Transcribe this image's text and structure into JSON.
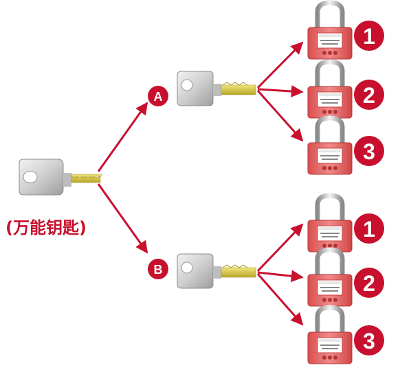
{
  "master_key": {
    "label": "(万能钥匙)"
  },
  "branches": [
    {
      "letter": "A",
      "locks": [
        "1",
        "2",
        "3"
      ]
    },
    {
      "letter": "B",
      "locks": [
        "1",
        "2",
        "3"
      ]
    }
  ],
  "colors": {
    "accent": "#c8102e",
    "lock_body": "#e86a6a",
    "key_metal": "#d8d8d8",
    "key_blade": "#d9c84a"
  },
  "icons": {
    "key": "key-icon",
    "padlock": "padlock-icon",
    "arrow": "arrow-icon"
  }
}
